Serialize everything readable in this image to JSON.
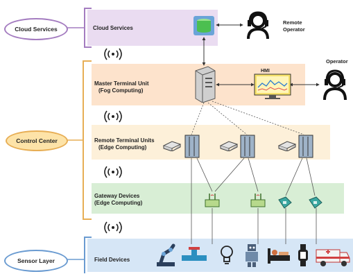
{
  "left_groups": {
    "cloud": "Cloud Services",
    "control": "Control Center",
    "sensor": "Sensor Layer"
  },
  "layers": {
    "cloud": "Cloud Services",
    "master": [
      "Master Terminal Unit",
      "(Fog Computing)"
    ],
    "rtu": [
      "Remote Terminal Units",
      "(Edge Computing)"
    ],
    "gateway": [
      "Gateway Devices",
      "(Edge Computing)"
    ],
    "field": "Field Devices"
  },
  "actors": {
    "remote_operator": [
      "Remote",
      "Operator"
    ],
    "operator": "Operator",
    "hmi": "HMI"
  },
  "icons": {
    "wireless": "wireless-signal-icon",
    "cloud_db": "database-icon",
    "server": "server-tower-icon",
    "rtu": "rtu-rack-icon",
    "gateway": "gateway-router-icon",
    "field": [
      "robot-arm-icon",
      "valve-pipe-icon",
      "light-bulb-icon",
      "robot-icon",
      "patient-bed-icon",
      "smartwatch-icon",
      "ambulance-icon"
    ]
  },
  "colors": {
    "cloud_band": "#eadcf1",
    "cloud_border": "#a47cc0",
    "master_band": "#fde3cc",
    "rtu_band": "#fdf0d9",
    "control_border": "#e7ae55",
    "gateway_band": "#d8eed5",
    "field_band": "#d6e6f6",
    "field_border": "#6a9bd1"
  }
}
